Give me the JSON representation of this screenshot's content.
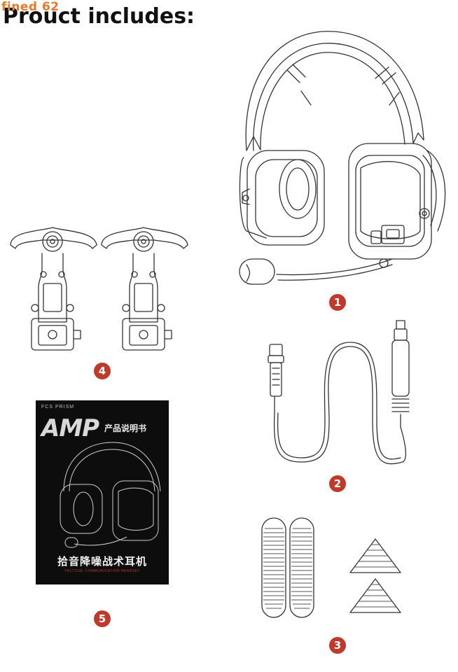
{
  "heading": "Prouct includes:",
  "watermark": "fined 62",
  "items": [
    {
      "number": "1",
      "name": "headset-icon"
    },
    {
      "number": "2",
      "name": "cable-icon"
    },
    {
      "number": "3",
      "name": "velcro-pads-icon"
    },
    {
      "number": "4",
      "name": "rail-adapters-icon"
    },
    {
      "number": "5",
      "name": "manual-booklet"
    }
  ],
  "manual": {
    "brand": "FCS PRISM",
    "logo": "AMP",
    "subtitle": "产品说明书",
    "product_name": "拾音降噪战术耳机",
    "tagline": "TACTICAL COMMUNICATION HEADSET"
  },
  "colors": {
    "badge": "#c0392b",
    "watermark": "#e8792a",
    "line": "#333333",
    "manual_bg": "#0d0d0d"
  }
}
